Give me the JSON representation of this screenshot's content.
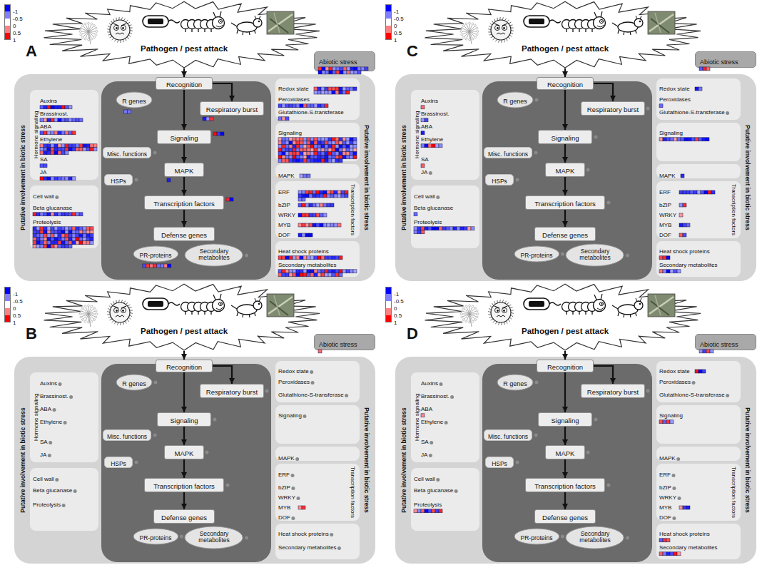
{
  "diagram": {
    "nodes": [
      {
        "text": [
          "Pathogen / pest attack"
        ]
      },
      {
        "text": [
          "Abiotic stress"
        ]
      },
      {
        "text": [
          "Putative involvement in biotic stress",
          "Putative involvement in biotic stress"
        ]
      },
      {
        "text": [
          "Recognition"
        ],
        "in": 2
      },
      {
        "text": [
          "R genes"
        ],
        "in": 2
      },
      {
        "text": [
          "Respiratory burst"
        ],
        "in": 2
      },
      {
        "text": [
          "Signaling"
        ],
        "in": 2
      },
      {
        "text": [
          "MAPK"
        ],
        "in": 2
      },
      {
        "text": [
          "Transcription factors"
        ],
        "in": 2
      },
      {
        "text": [
          "Defense genes"
        ],
        "in": 2
      },
      {
        "text": [
          "PR-proteins"
        ],
        "in": 2
      },
      {
        "text": [
          "Secondary metabolites"
        ],
        "in": 2
      },
      {
        "text": [
          "Hormone signaling",
          "Auxins",
          "Brassinost.",
          "ABA",
          "Ethylene",
          "SA",
          "JA"
        ],
        "in": 2
      },
      {
        "text": [
          "Misc. functions"
        ],
        "in": 2
      },
      {
        "text": [
          "HSPs"
        ],
        "in": 2
      },
      {
        "text": [
          "Cell wall",
          "Beta glucanase",
          "Proteolysis"
        ],
        "in": 2
      },
      {
        "text": [
          "Redox state",
          "Peroxidases",
          "Glutathione-S-transferase"
        ],
        "in": 2
      },
      {
        "text": [
          "Signaling"
        ],
        "in": 2
      },
      {
        "text": [
          "MAPK"
        ],
        "in": 2
      },
      {
        "text": [
          "Transcription factors",
          "ERF",
          "bZIP",
          "WRKY",
          "MYB",
          "DOF"
        ],
        "in": 2
      },
      {
        "text": [
          "Heat shock proteins",
          "Secondary metabolites"
        ],
        "in": 2
      },
      {
        "text": [
          "Pathogen / pest attack"
        ]
      },
      {
        "text": [
          "Abiotic stress"
        ]
      },
      {
        "text": [
          "Putative involvement in biotic stress",
          "Putative involvement in biotic stress"
        ]
      },
      {
        "text": [
          "Recognition"
        ],
        "in": 23
      },
      {
        "text": [
          "R genes"
        ],
        "in": 23
      },
      {
        "text": [
          "Respiratory burst"
        ],
        "in": 23
      },
      {
        "text": [
          "Signaling"
        ],
        "in": 23
      },
      {
        "text": [
          "MAPK"
        ],
        "in": 23
      },
      {
        "text": [
          "Transcription factors"
        ],
        "in": 23
      },
      {
        "text": [
          "Defense genes"
        ],
        "in": 23
      },
      {
        "text": [
          "PR-proteins"
        ],
        "in": 23
      },
      {
        "text": [
          "Secondary metabolites"
        ],
        "in": 23
      },
      {
        "text": [
          "Hormone signaling",
          "Auxins",
          "Brassinost.",
          "ABA",
          "Ethylene",
          "SA",
          "JA"
        ],
        "in": 23
      },
      {
        "text": [
          "Misc. functions"
        ],
        "in": 23
      },
      {
        "text": [
          "HSPs"
        ],
        "in": 23
      },
      {
        "text": [
          "Cell wall",
          "Beta glucanase",
          "Proteolysis"
        ],
        "in": 23
      },
      {
        "text": [
          "Redox state",
          "Peroxidases",
          "Glutathione-S-transferase"
        ],
        "in": 23
      },
      {
        "text": [
          "Signaling"
        ],
        "in": 23
      },
      {
        "text": [
          "MAPK"
        ],
        "in": 23
      },
      {
        "text": [
          "Transcription factors",
          "ERF",
          "bZIP",
          "WRKY",
          "MYB",
          "DOF"
        ],
        "in": 23
      },
      {
        "text": [
          "Heat shock proteins",
          "Secondary metabolites"
        ],
        "in": 23
      },
      {
        "text": [
          "Pathogen / pest attack"
        ]
      },
      {
        "text": [
          "Abiotic stress"
        ]
      },
      {
        "text": [
          "Putative involvement in biotic stress",
          "Putative involvement in biotic stress"
        ]
      },
      {
        "text": [
          "Recognition"
        ],
        "in": 44
      },
      {
        "text": [
          "R genes"
        ],
        "in": 44
      },
      {
        "text": [
          "Respiratory burst"
        ],
        "in": 44
      },
      {
        "text": [
          "Signaling"
        ],
        "in": 44
      },
      {
        "text": [
          "MAPK"
        ],
        "in": 44
      },
      {
        "text": [
          "Transcription factors"
        ],
        "in": 44
      },
      {
        "text": [
          "Defense genes"
        ],
        "in": 44
      },
      {
        "text": [
          "PR-proteins"
        ],
        "in": 44
      },
      {
        "text": [
          "Secondary metabolites"
        ],
        "in": 44
      },
      {
        "text": [
          "Hormone signaling",
          "Auxins",
          "Brassinost.",
          "ABA",
          "Ethylene",
          "SA",
          "JA"
        ],
        "in": 44
      },
      {
        "text": [
          "Misc. functions"
        ],
        "in": 44
      },
      {
        "text": [
          "HSPs"
        ],
        "in": 44
      },
      {
        "text": [
          "Cell wall",
          "Beta glucanase",
          "Proteolysis"
        ],
        "in": 44
      },
      {
        "text": [
          "Redox state",
          "Peroxidases",
          "Glutathione-S-transferase"
        ],
        "in": 44
      },
      {
        "text": [
          "Signaling"
        ],
        "in": 44
      },
      {
        "text": [
          "MAPK"
        ],
        "in": 44
      },
      {
        "text": [
          "Transcription factors",
          "ERF",
          "bZIP",
          "WRKY",
          "MYB",
          "DOF"
        ],
        "in": 44
      },
      {
        "text": [
          "Heat shock proteins",
          "Secondary metabolites"
        ],
        "in": 44
      },
      {
        "text": [
          "Pathogen / pest attack"
        ]
      },
      {
        "text": [
          "Abiotic stress"
        ]
      },
      {
        "text": [
          "Putative involvement in biotic stress",
          "Putative involvement in biotic stress"
        ]
      },
      {
        "text": [
          "Recognition"
        ],
        "in": 65
      },
      {
        "text": [
          "R genes"
        ],
        "in": 65
      },
      {
        "text": [
          "Respiratory burst"
        ],
        "in": 65
      },
      {
        "text": [
          "Signaling"
        ],
        "in": 65
      },
      {
        "text": [
          "MAPK"
        ],
        "in": 65
      },
      {
        "text": [
          "Transcription factors"
        ],
        "in": 65
      },
      {
        "text": [
          "Defense genes"
        ],
        "in": 65
      },
      {
        "text": [
          "PR-proteins"
        ],
        "in": 65
      },
      {
        "text": [
          "Secondary metabolites"
        ],
        "in": 65
      },
      {
        "text": [
          "Hormone signaling",
          "Auxins",
          "Brassinost.",
          "ABA",
          "Ethylene",
          "SA",
          "JA"
        ],
        "in": 65
      },
      {
        "text": [
          "Misc. functions"
        ],
        "in": 65
      },
      {
        "text": [
          "HSPs"
        ],
        "in": 65
      },
      {
        "text": [
          "Cell wall",
          "Beta glucanase",
          "Proteolysis"
        ],
        "in": 65
      },
      {
        "text": [
          "Redox state",
          "Peroxidases",
          "Glutathione-S-transferase"
        ],
        "in": 65
      },
      {
        "text": [
          "Signaling"
        ],
        "in": 65
      },
      {
        "text": [
          "MAPK"
        ],
        "in": 65
      },
      {
        "text": [
          "Transcription factors",
          "ERF",
          "bZIP",
          "WRKY",
          "MYB",
          "DOF"
        ],
        "in": 65
      },
      {
        "text": [
          "Heat shock proteins",
          "Secondary metabolites"
        ],
        "in": 65
      }
    ],
    "edges": [
      {
        "from": 0,
        "to": 3,
        "arrow": "to"
      },
      {
        "from": 3,
        "to": 6,
        "arrow": "to"
      },
      {
        "from": 3,
        "to": 5,
        "arrow": "to"
      },
      {
        "from": 6,
        "to": 7,
        "arrow": "to"
      },
      {
        "from": 7,
        "to": 8,
        "arrow": "to"
      },
      {
        "from": 8,
        "to": 9,
        "arrow": "to"
      },
      {
        "from": 21,
        "to": 24,
        "arrow": "to"
      },
      {
        "from": 24,
        "to": 27,
        "arrow": "to"
      },
      {
        "from": 24,
        "to": 26,
        "arrow": "to"
      },
      {
        "from": 27,
        "to": 28,
        "arrow": "to"
      },
      {
        "from": 28,
        "to": 29,
        "arrow": "to"
      },
      {
        "from": 29,
        "to": 30,
        "arrow": "to"
      },
      {
        "from": 42,
        "to": 45,
        "arrow": "to"
      },
      {
        "from": 45,
        "to": 48,
        "arrow": "to"
      },
      {
        "from": 45,
        "to": 47,
        "arrow": "to"
      },
      {
        "from": 48,
        "to": 49,
        "arrow": "to"
      },
      {
        "from": 49,
        "to": 50,
        "arrow": "to"
      },
      {
        "from": 50,
        "to": 51,
        "arrow": "to"
      },
      {
        "from": 63,
        "to": 66,
        "arrow": "to"
      },
      {
        "from": 66,
        "to": 69,
        "arrow": "to"
      },
      {
        "from": 66,
        "to": 68,
        "arrow": "to"
      },
      {
        "from": 69,
        "to": 70,
        "arrow": "to"
      },
      {
        "from": 70,
        "to": 71,
        "arrow": "to"
      },
      {
        "from": 71,
        "to": 72,
        "arrow": "to"
      }
    ],
    "labels": [
      "A",
      "C",
      "B",
      "D"
    ],
    "legend": [
      {
        "text": "-1",
        "color": "#0000ff"
      },
      {
        "text": "-0.5",
        "color": "#8080ff"
      },
      {
        "text": "0",
        "color": "#ffffff"
      },
      {
        "text": "0.5",
        "color": "#ff8080"
      },
      {
        "text": "1",
        "color": "#ff0000"
      },
      {
        "text": "-1",
        "color": "#0000ff"
      },
      {
        "text": "-0.5",
        "color": "#8080ff"
      },
      {
        "text": "0",
        "color": "#ffffff"
      },
      {
        "text": "0.5",
        "color": "#ff8080"
      },
      {
        "text": "1",
        "color": "#ff0000"
      },
      {
        "text": "-1",
        "color": "#0000ff"
      },
      {
        "text": "-0.5",
        "color": "#8080ff"
      },
      {
        "text": "0",
        "color": "#ffffff"
      },
      {
        "text": "0.5",
        "color": "#ff8080"
      },
      {
        "text": "1",
        "color": "#ff0000"
      },
      {
        "text": "-1",
        "color": "#0000ff"
      },
      {
        "text": "-0.5",
        "color": "#8080ff"
      },
      {
        "text": "0",
        "color": "#ffffff"
      },
      {
        "text": "0.5",
        "color": "#ff8080"
      },
      {
        "text": "1",
        "color": "#ff0000"
      }
    ]
  }
}
